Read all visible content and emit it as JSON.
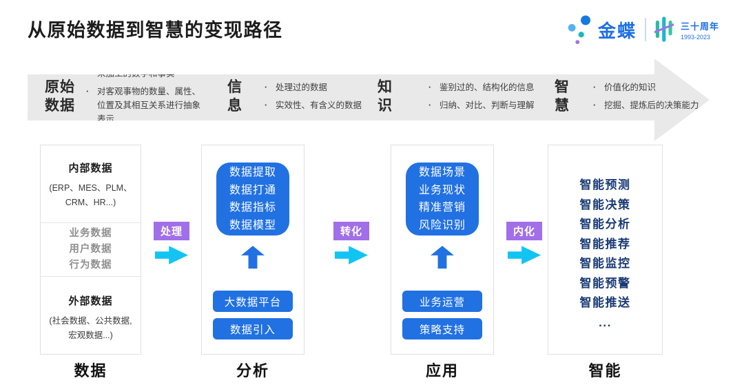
{
  "page": {
    "title": "从原始数据到智慧的变现路径"
  },
  "logo": {
    "brand": "金蝶",
    "anniversary": "三十周年",
    "years": "1993-2023"
  },
  "banner": {
    "stages": [
      {
        "title": "原始\n数据",
        "bullets": [
          "未加工的数字和事实",
          "对客观事物的数量、属性、位置及其相互关系进行抽象表示"
        ]
      },
      {
        "title": "信\n息",
        "bullets": [
          "处理过的数据",
          "实效性、有含义的数据"
        ]
      },
      {
        "title": "知\n识",
        "bullets": [
          "鉴别过的、结构化的信息",
          "归纳、对比、判断与理解"
        ]
      },
      {
        "title": "智\n慧",
        "bullets": [
          "价值化的知识",
          "挖掘、提炼后的决策能力"
        ]
      }
    ]
  },
  "columns": {
    "data": {
      "label": "数据",
      "internal": {
        "title": "内部数据",
        "subtitle": "(ERP、MES、PLM、CRM、HR...)"
      },
      "middle": [
        "业务数据",
        "用户数据",
        "行为数据"
      ],
      "external": {
        "title": "外部数据",
        "subtitle": "(社会数据、公共数据, 宏观数据...)"
      }
    },
    "analysis": {
      "label": "分析",
      "box_lines": "数据提取\n数据打通\n数据指标\n数据模型",
      "buttons": [
        "大数据平台",
        "数据引入"
      ]
    },
    "application": {
      "label": "应用",
      "box_lines": "数据场景\n业务现状\n精准营销\n风险识别",
      "buttons": [
        "业务运营",
        "策略支持"
      ]
    },
    "intelligence": {
      "label": "智能",
      "items": [
        "智能预测",
        "智能决策",
        "智能分析",
        "智能推荐",
        "智能监控",
        "智能预警",
        "智能推送",
        "..."
      ]
    }
  },
  "connectors": [
    {
      "label": "处理"
    },
    {
      "label": "转化"
    },
    {
      "label": "内化"
    }
  ],
  "colors": {
    "accent_blue": "#2171e2",
    "flow_cyan": "#12c4f2",
    "badge_purple": "#a16fe8",
    "navy_text": "#1a3a75",
    "banner_gray": "#e9e9e9",
    "brand_blue": "#1d6fe5"
  }
}
